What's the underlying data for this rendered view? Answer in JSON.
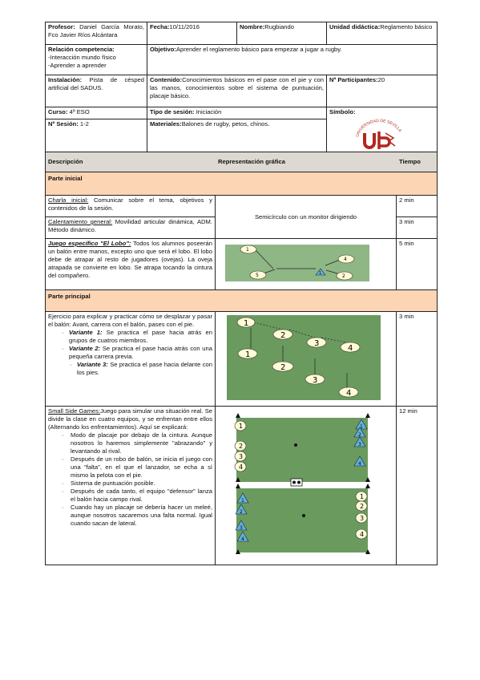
{
  "header": {
    "profesor_label": "Profesor:",
    "profesor_value": "Daniel García Morato, Fco Javier Ríos Alcántara",
    "fecha_label": "Fecha:",
    "fecha_value": "10/11/2016",
    "nombre_label": "Nombre:",
    "nombre_value": "Rugbiando",
    "unidad_label": "Unidad didáctica:",
    "unidad_value": "Reglamento básico",
    "relacion_label": "Relación competencia:",
    "relacion_items": [
      "-Interacción mundo físico",
      "-Aprender a aprender"
    ],
    "objetivo_label": "Objetivo:",
    "objetivo_value": "Aprender el reglamento básico para empezar a jugar a rugby.",
    "instalacion_label": "Instalación:",
    "instalacion_value": "Pista de césped artificial del SADUS.",
    "contenido_label": "Contenido:",
    "contenido_value": "Conocimientos básicos en el pase con el pie y con las manos, conocimientos sobre el sistema de puntuación, placaje básico.",
    "participantes_label": "Nº Participantes:",
    "participantes_value": "20",
    "curso_label": "Curso:",
    "curso_value": "4º ESO",
    "tipo_label": "Tipo de sesión:",
    "tipo_value": "Iniciación",
    "simbolo_label": "Símbolo:",
    "sesion_label": "Nº Sesión:",
    "sesion_value": "1-2",
    "materiales_label": "Materiales:",
    "materiales_value": "Balones de rugby, petos, chinos.",
    "logo_text": "UNIVERSIDAD DE SEVILLA"
  },
  "columns": {
    "descripcion": "Descripción",
    "representacion": "Representación gráfica",
    "tiempo": "Tiempo"
  },
  "inicial": {
    "title": "Parte inicial",
    "charla_title": "Charla inicial:",
    "charla_text": "Comunicar sobre el tema, objetivos y contenidos de la sesión.",
    "charla_time": "2 min",
    "semicirculo": "Semicírculo con un monitor dirigiendo",
    "calentamiento_title": "Calentamiento general:",
    "calentamiento_text": "Movilidad articular dinámica, ADM. Método dinámico.",
    "calentamiento_time": "3 min",
    "lobo_title": "Juego específico \"El Lobo\":",
    "lobo_text": "Todos los alumnos poseerán un balón entre manos, excepto uno que será el lobo. El lobo debe de atrapar al resto de jugadores (ovejas). La oveja atrapada se convierte en lobo. Se atrapa tocando la cintura del compañero.",
    "lobo_time": "5 min"
  },
  "principal": {
    "title": "Parte principal",
    "ejercicio_text": "Ejercicio para explicar y practicar cómo se desplazar y pasar el balón: Avant, carrera con el balón, pases con el pie.",
    "variante1_title": "Variante 1:",
    "variante1_text": "Se practica el pase hacia atrás en grupos de cuatros miembros.",
    "variante2_title": "Variante 2:",
    "variante2_text": "Se practica el pase hacia atrás con una pequeña carrera previa.",
    "variante3_title": "Variante 3:",
    "variante3_text": "Se practica el pase hacia delante con los pies.",
    "ejercicio_time": "3 min",
    "ssg_title": "Small Side Games:",
    "ssg_text": "Juego para simular una situación real. Se divide la clase en cuatro equipos, y se enfrentan entre ellos (Alternando los enfrentamientos). Aquí se explicará:",
    "ssg_items": [
      "Modo de placaje por debajo de la cintura. Aunque nosotros lo haremos simplemente \"abrazando\" y levantando al rival.",
      "Después de un robo de balón, se inicia el juego con una \"falta\", en el que el lanzador, se echa a sí mismo la pelota con el pie.",
      "Sistema de puntuación posible.",
      "Después de cada tanto, el equipo \"defensor\" lanza el balón hacia campo rival.",
      "Cuando hay un placaje se debería hacer un meleé, aunque nosotros sacaremos una falta normal. Igual cuando sacan de lateral."
    ],
    "ssg_time": "12 min"
  },
  "colors": {
    "field": "#6b9a5f",
    "field_light": "#88b87f",
    "peach": "#fcd5b5",
    "header_gray": "#ddd9d2",
    "player": "#fffbd6",
    "cone": "#5fb2e0",
    "logo_red": "#b2271f"
  }
}
